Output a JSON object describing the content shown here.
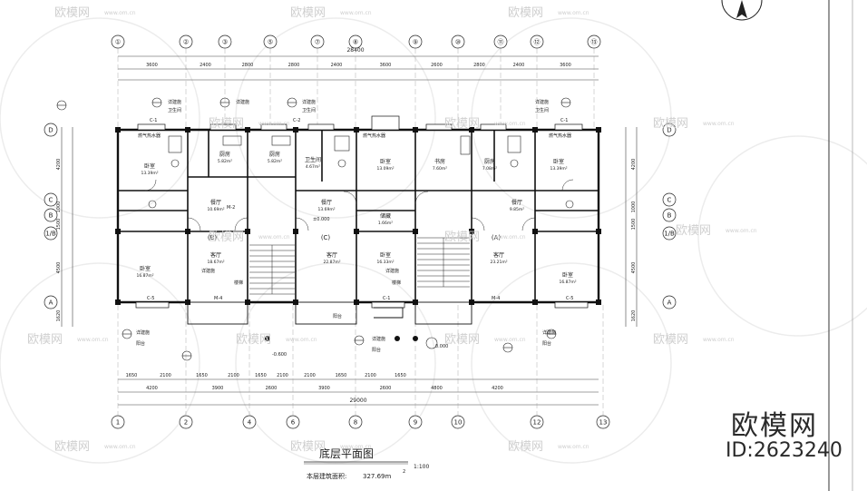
{
  "drawing": {
    "title": "底层平面图",
    "scale": "1:100",
    "area_label": "本层建筑面积:",
    "area_value": "327.69m",
    "area_unit_sup": "2"
  },
  "watermark": {
    "brand": "欧模网",
    "id": "ID:2623240",
    "site": "www.om.cn"
  },
  "grid": {
    "top_axes": [
      "①",
      "②",
      "③",
      "⑤",
      "⑦",
      "⑧",
      "⑨",
      "⑩",
      "⑪",
      "⑫",
      "⑬"
    ],
    "bottom_axes": [
      "1",
      "2",
      "4",
      "6",
      "8",
      "9",
      "10",
      "12",
      "13"
    ],
    "left_axes": [
      "D",
      "C",
      "B",
      "1/B",
      "A"
    ],
    "right_axes": [
      "D",
      "C",
      "B",
      "1/B",
      "A"
    ]
  },
  "dimensions": {
    "top_total": "28400",
    "top_row": [
      "3600",
      "2400",
      "2800",
      "2800",
      "2400",
      "3600",
      "2600",
      "2800",
      "2400",
      "3600"
    ],
    "bottom_total": "29000",
    "bottom_row1": [
      "1650",
      "2100",
      "1650",
      "2100",
      "1650",
      "2100",
      "2100",
      "1650",
      "2100",
      "1650"
    ],
    "bottom_row2": [
      "4200",
      "3900",
      "2600",
      "3900",
      "2600",
      "4800",
      "4200"
    ],
    "left_side": [
      "4200",
      "1000",
      "1500",
      "4500",
      "1620"
    ],
    "right_side": [
      "4200",
      "1000",
      "1500",
      "4500",
      "1620"
    ]
  },
  "rooms": [
    {
      "name": "卧室",
      "area": "13.39m²"
    },
    {
      "name": "厨房",
      "area": "5.82m²"
    },
    {
      "name": "厨房",
      "area": "5.82m²"
    },
    {
      "name": "卫生间",
      "area": "4.67m²"
    },
    {
      "name": "卧室",
      "area": "13.09m²"
    },
    {
      "name": "书房",
      "area": "7.60m²"
    },
    {
      "name": "厨房",
      "area": "7.08m²"
    },
    {
      "name": "卧室",
      "area": "13.39m²"
    },
    {
      "name": "餐厅",
      "area": "10.69m²"
    },
    {
      "name": "餐厅",
      "area": "13.69m²"
    },
    {
      "name": "餐厅",
      "area": "9.85m²"
    },
    {
      "name": "储藏",
      "area": "1.66m²"
    },
    {
      "name": "客厅",
      "area": "18.67m²"
    },
    {
      "name": "客厅",
      "area": "22.87m²"
    },
    {
      "name": "卧室",
      "area": "16.33m²"
    },
    {
      "name": "客厅",
      "area": "23.21m²"
    },
    {
      "name": "卧室",
      "area": "16.87m²"
    },
    {
      "name": "卧室",
      "area": "16.87m²"
    }
  ],
  "unit_labels": [
    "(B)",
    "(C)",
    "(A)"
  ],
  "annotations": {
    "stair": "楼梯",
    "balcony": "阳台",
    "elevation": "±0.000",
    "detail": "详建施",
    "bathroom": "卫生间",
    "kitchen_note": "燃气热水器",
    "window_C1": "C-1",
    "window_C2": "C-2",
    "window_C5": "C-5",
    "door_M2": "M-2",
    "door_M4": "M-4",
    "level_minus": "-0.600",
    "level_zero": "0.000"
  }
}
